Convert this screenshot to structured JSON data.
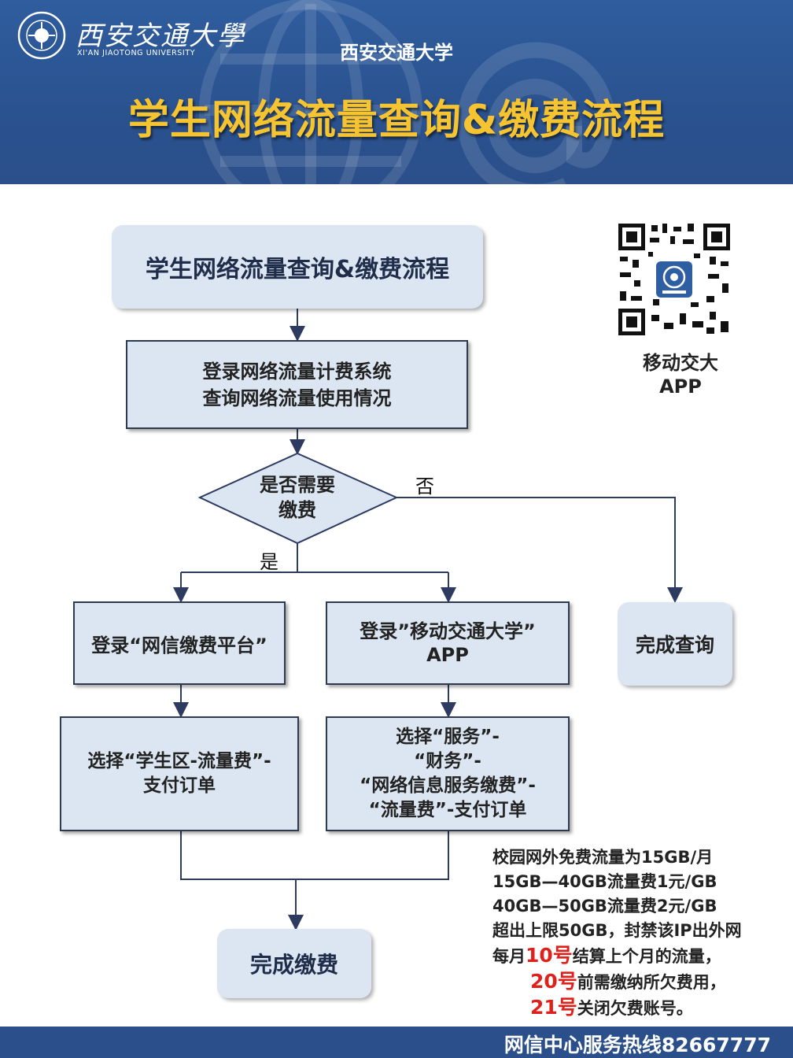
{
  "header": {
    "logo_cn": "西安交通大學",
    "logo_en": "XI'AN JIAOTONG UNIVERSITY",
    "university": "西安交通大学",
    "title": "学生网络流量查询&缴费流程"
  },
  "flow": {
    "start": "学生网络流量查询&缴费流程",
    "login_system": [
      "登录网络流量计费系统",
      "查询网络流量使用情况"
    ],
    "decision": [
      "是否需要",
      "缴费"
    ],
    "no_label": "否",
    "yes_label": "是",
    "web_platform": "登录“网信缴费平台”",
    "app_login": [
      "登录”移动交通大学”",
      "APP"
    ],
    "finish_query": "完成查询",
    "web_select": [
      "选择“学生区-流量费”-",
      "支付订单"
    ],
    "app_select": [
      "选择“服务”-",
      "“财务”-",
      "“网络信息服务缴费”-",
      "“流量费”-支付订单"
    ],
    "finish_pay": "完成缴费"
  },
  "qr": {
    "caption_line1": "移动交大",
    "caption_line2": "APP"
  },
  "notes": {
    "line1": "校园网外免费流量为15GB/月",
    "line2": "15GB—40GB流量费1元/GB",
    "line3": "40GB—50GB流量费2元/GB",
    "line4": "超出上限50GB，封禁该IP出外网",
    "line5_pre": "每月",
    "line5_red": "10号",
    "line5_post": "结算上个月的流量，",
    "line6_red": "20号",
    "line6_post": "前需缴纳所欠费用，",
    "line7_red": "21号",
    "line7_post": "关闭欠费账号。"
  },
  "footer": {
    "hotline": "网信中心服务热线82667777"
  },
  "colors": {
    "header_bg": "#2b4f8a",
    "title": "#f7c431",
    "box_fill": "#dce6f2",
    "highlight": "#e0201b"
  }
}
